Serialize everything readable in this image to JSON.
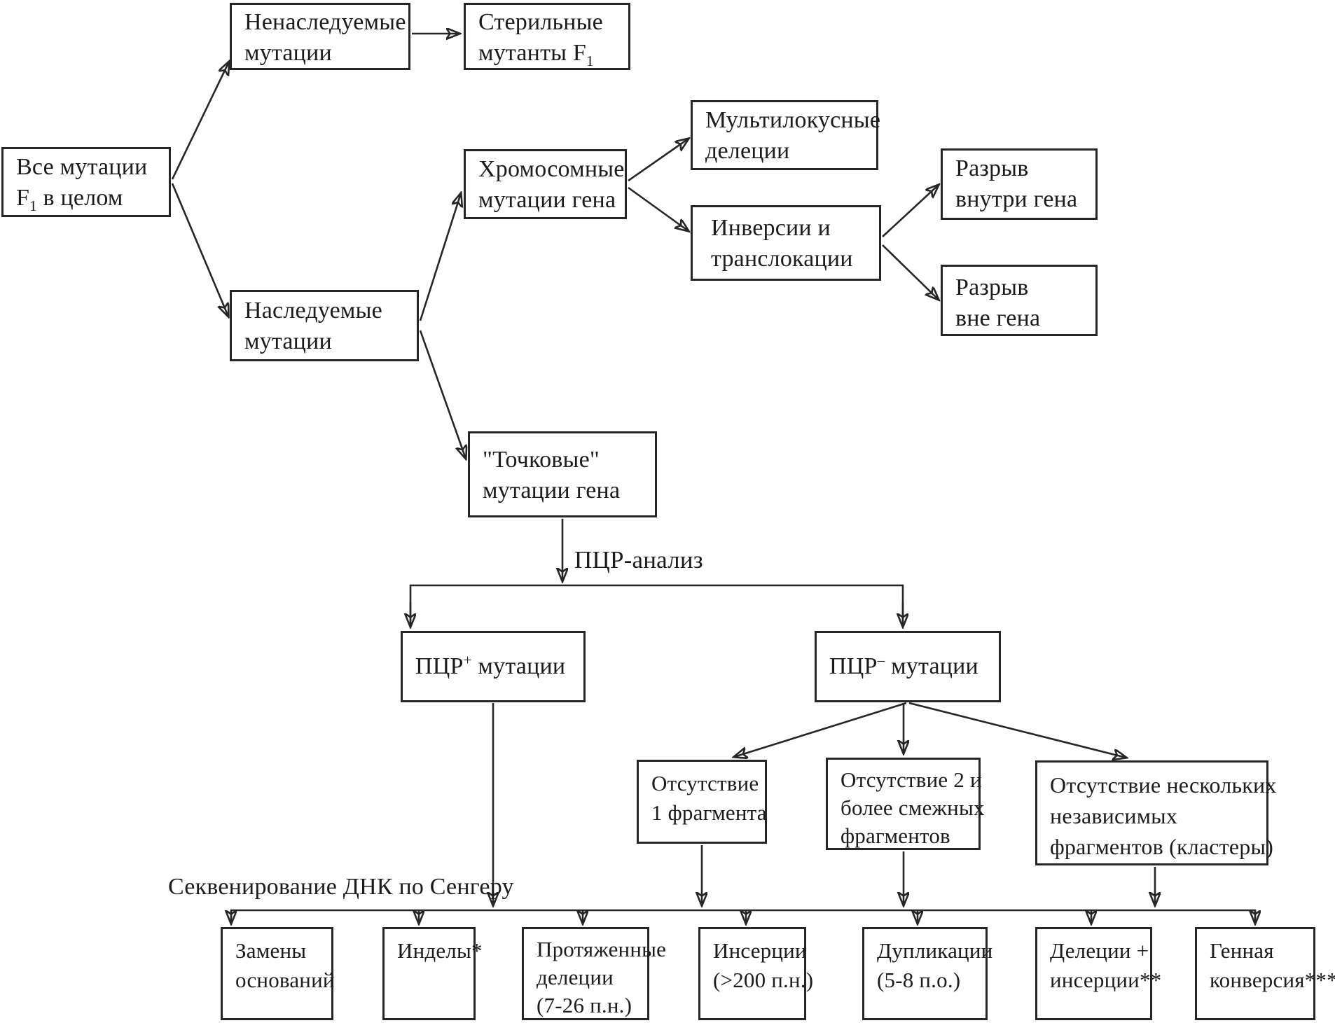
{
  "diagram": {
    "title_hint": "Classification scheme of F1 mutations",
    "background_color": "#ffffff",
    "line_color": "#262626",
    "boxes": {
      "all_mutations": {
        "lines": [
          "Все мутации",
          "F_{1} в целом"
        ]
      },
      "non_inherited": {
        "lines": [
          "Ненаследуемые",
          "мутации"
        ]
      },
      "sterile_mutants": {
        "lines": [
          "Стерильные",
          "мутанты F_{1}"
        ]
      },
      "inherited": {
        "lines": [
          "Наследуемые",
          "мутации"
        ]
      },
      "chromosomal": {
        "lines": [
          "Хромосомные",
          "мутации гена"
        ]
      },
      "multilocus_deletions": {
        "lines": [
          "Мультилокусные",
          "делеции"
        ]
      },
      "inversions_translocations": {
        "lines": [
          "Инверсии и",
          "транслокации"
        ]
      },
      "break_inside_gene": {
        "lines": [
          "Разрыв",
          "внутри гена"
        ]
      },
      "break_outside_gene": {
        "lines": [
          "Разрыв",
          "вне гена"
        ]
      },
      "point_mutations": {
        "lines": [
          "\"Точковые\"",
          "мутации гена"
        ]
      },
      "pcr_plus": {
        "lines": [
          "ПЦР^{+} мутации"
        ]
      },
      "pcr_minus": {
        "lines": [
          "ПЦР^{–} мутации"
        ]
      },
      "absence_1_fragment": {
        "lines": [
          "Отсутствие",
          "1 фрагмента"
        ]
      },
      "absence_2_adjacent": {
        "lines": [
          "Отсутствие 2 и",
          "более смежных",
          "фрагментов"
        ]
      },
      "absence_independent_clusters": {
        "lines": [
          "Отсутствие нескольких",
          "независимых",
          "фрагментов (кластеры)"
        ]
      },
      "base_substitutions": {
        "lines": [
          "Замены",
          "оснований"
        ]
      },
      "indels": {
        "lines": [
          "Инделы*"
        ]
      },
      "long_deletions": {
        "lines": [
          "Протяженные",
          "делеции",
          "(7-26 п.н.)"
        ]
      },
      "insertions": {
        "lines": [
          "Инсерции",
          "(>200 п.н.)"
        ]
      },
      "duplications": {
        "lines": [
          "Дупликации",
          "(5-8 п.о.)"
        ]
      },
      "deletions_plus_insertions": {
        "lines": [
          "Делеции +",
          "инсерции**"
        ]
      },
      "gene_conversion": {
        "lines": [
          "Генная",
          "конверсия***"
        ]
      }
    },
    "labels": {
      "pcr_analysis": "ПЦР-анализ",
      "sanger_sequencing": "Секвенирование ДНК по Сенгеру"
    }
  }
}
